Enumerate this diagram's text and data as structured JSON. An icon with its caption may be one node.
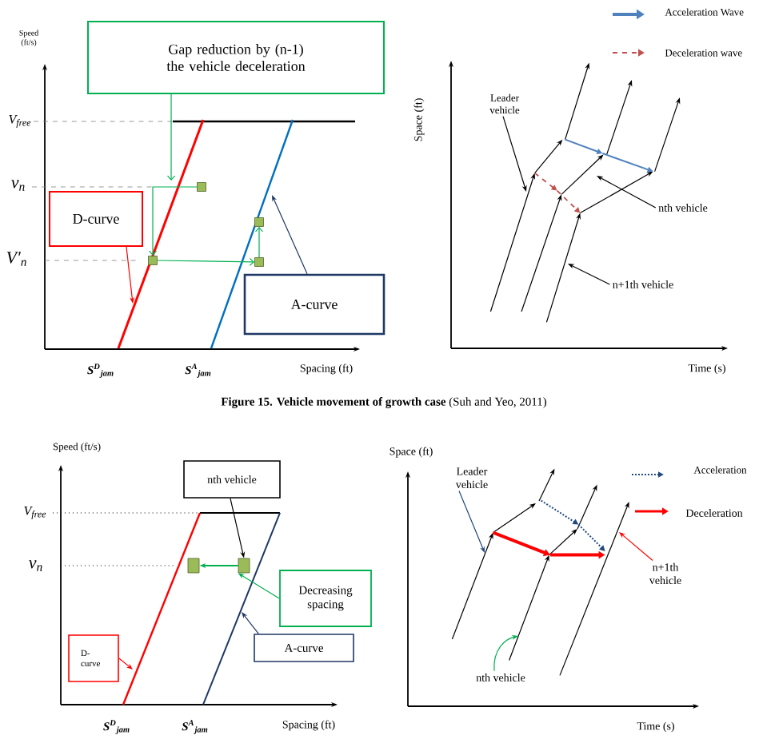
{
  "diagram": {
    "caption": "**Figure 15. Vehicle movement of growth case** (Suh and Yeo, 2011)",
    "nodes": [
      {
        "text": [
          "Gap reduction by (n-1) the vehicle deceleration"
        ]
      },
      {
        "text": [
          "D-curve"
        ]
      },
      {
        "text": [
          "A-curve"
        ]
      },
      {
        "text": [],
        "shape": "box"
      },
      {
        "text": [],
        "shape": "box"
      },
      {
        "text": [],
        "shape": "box"
      },
      {
        "text": [],
        "shape": "box"
      },
      {
        "text": [
          "Leader vehicle"
        ]
      },
      {
        "text": [
          "nth vehicle"
        ]
      },
      {
        "text": [
          "n+1th vehicle"
        ]
      },
      {
        "text": [
          "nth vehicle"
        ]
      },
      {
        "text": [],
        "shape": "box"
      },
      {
        "text": [],
        "shape": "box"
      },
      {
        "text": [
          "Decreasing spacing"
        ]
      },
      {
        "text": [
          "A-curve"
        ]
      },
      {
        "text": [
          "D-curve"
        ]
      },
      {
        "text": [
          "Leader vehicle"
        ]
      },
      {
        "text": [
          "n+1th vehicle"
        ]
      },
      {
        "text": [
          "nth vehicle"
        ]
      }
    ],
    "edges": [
      {
        "from": 0,
        "to": null,
        "arrow": "to",
        "color": "#00b050"
      },
      {
        "from": 1,
        "to": null,
        "arrow": "to",
        "color": "#ff0000"
      },
      {
        "from": 2,
        "to": null,
        "arrow": "to",
        "color": "#1f3864"
      },
      {
        "from": 3,
        "to": 4,
        "arrow": "to",
        "color": "#00b050"
      },
      {
        "from": 4,
        "to": 5,
        "arrow": "to",
        "color": "#00b050"
      },
      {
        "from": 5,
        "to": 6,
        "arrow": "to",
        "color": "#00b050"
      },
      {
        "from": 7,
        "to": null,
        "arrow": "to",
        "color": "#000000"
      },
      {
        "from": 8,
        "to": null,
        "arrow": "to",
        "color": "#000000"
      },
      {
        "from": 9,
        "to": null,
        "arrow": "to",
        "color": "#000000"
      },
      {
        "from": 10,
        "to": 12,
        "arrow": "to",
        "color": "#000000"
      },
      {
        "from": 12,
        "to": 11,
        "arrow": "to",
        "color": "#00b050"
      },
      {
        "from": 13,
        "to": 12,
        "arrow": "to",
        "color": "#00b050"
      },
      {
        "from": 14,
        "to": null,
        "arrow": "to",
        "color": "#1f3864"
      },
      {
        "from": 15,
        "to": null,
        "arrow": "to",
        "color": "#ff0000"
      },
      {
        "from": 16,
        "to": null,
        "arrow": "to",
        "color": "#1f497d"
      },
      {
        "from": 17,
        "to": null,
        "arrow": "to",
        "color": "#ff0000"
      },
      {
        "from": 18,
        "to": null,
        "arrow": "to",
        "color": "#00b050"
      }
    ],
    "labels": [
      "Speed (ft/s)",
      "V$_{free}$",
      "v$_{n}$",
      "V′$_{n}$",
      "S$^{D}$$_{jam}$",
      "S$^{A}$$_{jam}$",
      "Spacing (ft)",
      "Space (ft)",
      "Time (s)",
      "Speed (ft/s)",
      "V$_{free}$",
      "v$_{n}$",
      "S$^{D}$$_{jam}$",
      "S$^{A}$$_{jam}$",
      "Spacing (ft)",
      "Space (ft)",
      "Time (s)"
    ],
    "legend": [
      {
        "text": "Acceleration Wave"
      },
      {
        "text": "Deceleration wave"
      },
      {
        "text": "Acceleration"
      },
      {
        "text": "Deceleration"
      }
    ]
  }
}
